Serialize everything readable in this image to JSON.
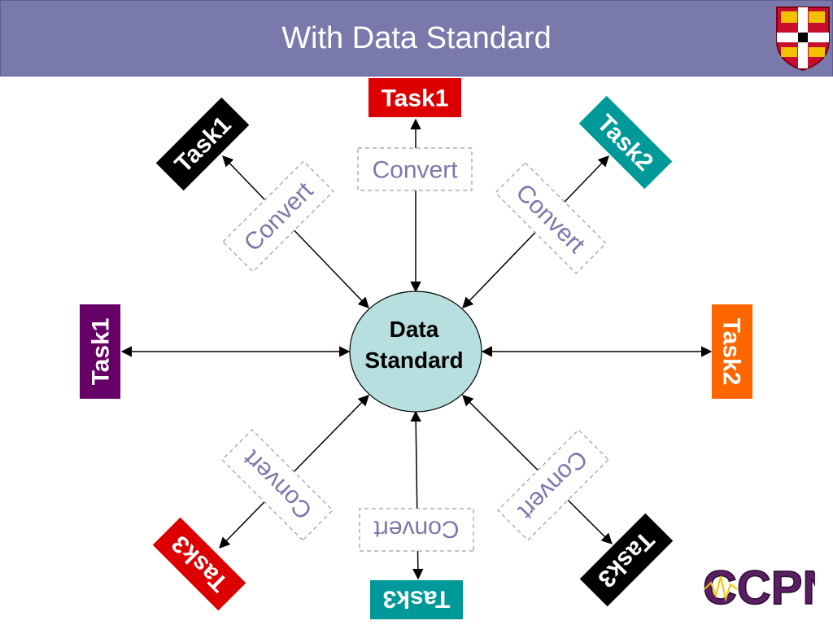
{
  "slide": {
    "title": "With Data Standard"
  },
  "hub": {
    "line1": "Data",
    "line2": "Standard",
    "fill": "#b7dfe0"
  },
  "colors": {
    "header": "#7a79ac",
    "convert_text": "#7a79ac",
    "red": "#dd0000",
    "black": "#000000",
    "teal": "#009999",
    "purple": "#660066",
    "orange": "#ff6600"
  },
  "tasks": [
    {
      "id": "top",
      "label": "Task1",
      "color": "#dd0000"
    },
    {
      "id": "upper-left",
      "label": "Task1",
      "color": "#000000"
    },
    {
      "id": "upper-right",
      "label": "Task2",
      "color": "#009999"
    },
    {
      "id": "left",
      "label": "Task1",
      "color": "#660066"
    },
    {
      "id": "right",
      "label": "Task2",
      "color": "#ff6600"
    },
    {
      "id": "lower-left",
      "label": "Task3",
      "color": "#dd0000"
    },
    {
      "id": "bottom",
      "label": "Task3",
      "color": "#009999"
    },
    {
      "id": "lower-right",
      "label": "Task3",
      "color": "#000000"
    }
  ],
  "converters": [
    {
      "id": "top",
      "label": "Convert"
    },
    {
      "id": "upper-left",
      "label": "Convert"
    },
    {
      "id": "upper-right",
      "label": "Convert"
    },
    {
      "id": "lower-left",
      "label": "Convert"
    },
    {
      "id": "bottom",
      "label": "Convert"
    },
    {
      "id": "lower-right",
      "label": "Convert"
    }
  ],
  "logo": {
    "text": "CCPN"
  },
  "icons": {
    "crest": "university-crest-icon",
    "logo": "ccpn-logo-icon"
  }
}
